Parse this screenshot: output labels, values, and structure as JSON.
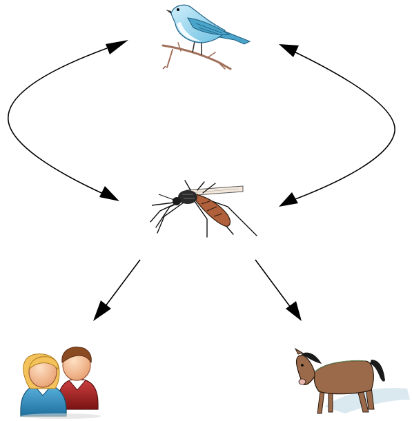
{
  "diagram": {
    "nodes": [
      {
        "id": "bird",
        "icon": "bird-icon"
      },
      {
        "id": "mosquito",
        "icon": "mosquito-icon"
      },
      {
        "id": "humans",
        "icon": "humans-icon"
      },
      {
        "id": "horse",
        "icon": "horse-icon"
      }
    ],
    "edges": [
      {
        "from": "bird",
        "to": "mosquito",
        "direction": "both"
      },
      {
        "from": "mosquito",
        "to": "bird",
        "direction": "both"
      },
      {
        "from": "mosquito",
        "to": "humans",
        "direction": "forward"
      },
      {
        "from": "mosquito",
        "to": "horse",
        "direction": "forward"
      }
    ]
  },
  "colors": {
    "arrow": "#000000",
    "bird_body": "#9fd8ec",
    "bird_wing": "#4aa3c8",
    "branch": "#a0705a",
    "mosquito_body": "#2a2a2a",
    "mosquito_abdomen": "#b0603a",
    "human_female_shirt": "#2f8fc8",
    "human_male_shirt": "#b02a2a",
    "skin": "#f6bf93",
    "hair_female": "#f4c25a",
    "hair_male": "#8a4a22",
    "horse_body": "#9a6a4a",
    "horse_mane": "#1a1a1a",
    "horse_shadow": "#d6e6ee"
  }
}
